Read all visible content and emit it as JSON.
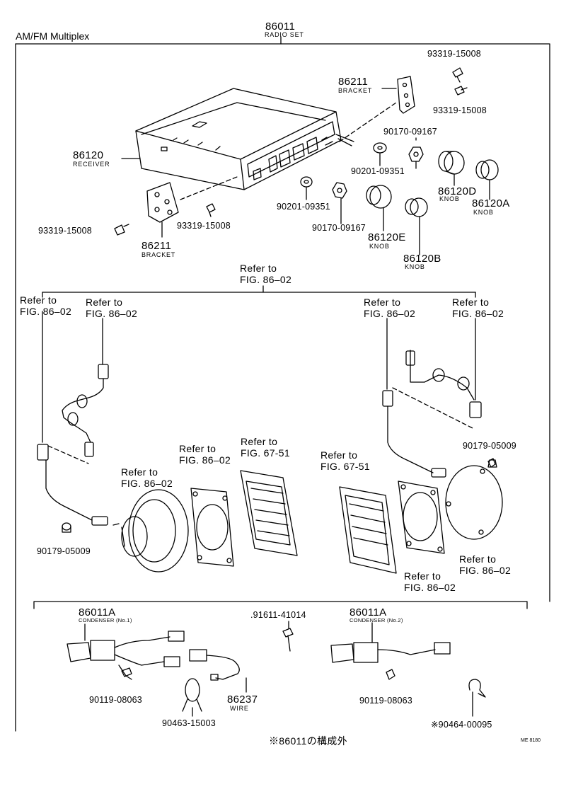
{
  "header": {
    "title": "AM/FM Multiplex"
  },
  "assembly": {
    "number": "86011",
    "name": "RADIO SET"
  },
  "parts": {
    "receiver": {
      "number": "86120",
      "name": "RECEIVER"
    },
    "bracket_right": {
      "number": "86211",
      "name": "BRACKET"
    },
    "bracket_left": {
      "number": "86211",
      "name": "BRACKET"
    },
    "screw_a": "93319-15008",
    "screw_b": "93319-15008",
    "screw_c": "93319-15008",
    "screw_d": "93319-15008",
    "nut_a": "90170-09167",
    "nut_b": "90170-09167",
    "washer_a": "90201-09351",
    "washer_b": "90201-09351",
    "knob_d": {
      "number": "86120D",
      "name": "KNOB"
    },
    "knob_a": {
      "number": "86120A",
      "name": "KNOB"
    },
    "knob_e": {
      "number": "86120E",
      "name": "KNOB"
    },
    "knob_b": {
      "number": "86120B",
      "name": "KNOB"
    },
    "grommet_left": "90179-05009",
    "grommet_right": "90179-05009",
    "condenser_1": {
      "number": "86011A",
      "name": "CONDENSER (No.1)"
    },
    "condenser_2": {
      "number": "86011A",
      "name": "CONDENSER (No.2)"
    },
    "bolt_top": ".91611-41014",
    "bolt_left": "90119-08063",
    "bolt_right": "90119-08063",
    "wire": {
      "number": "86237",
      "name": "WIRE"
    },
    "clamp": "90463-15003",
    "clip": "※90464-00095"
  },
  "references": {
    "fig86_02_line1": "Refer to",
    "fig86_02_line2": "FIG. 86–02",
    "fig67_51_line1": "Refer to",
    "fig67_51_line2": "FIG. 67-51"
  },
  "footer": {
    "note": "※86011の構成外",
    "code": "ME 8180"
  }
}
